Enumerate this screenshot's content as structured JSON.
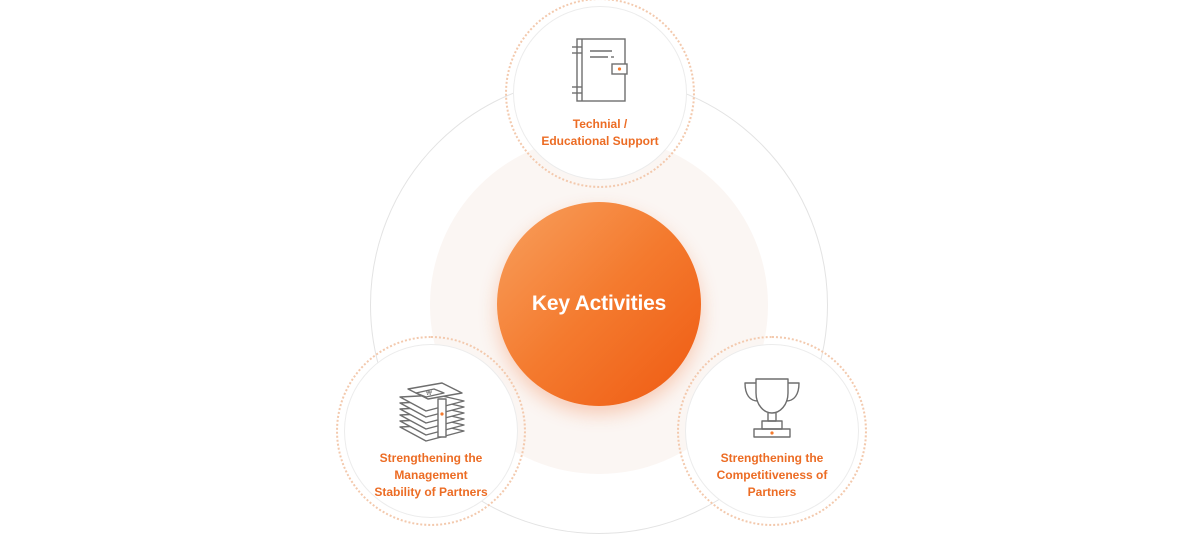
{
  "center": {
    "label": "Key Activities"
  },
  "nodes": [
    {
      "id": "top",
      "icon": "notebook-icon",
      "label_lines": [
        "Technial /",
        "Educational Support"
      ]
    },
    {
      "id": "left",
      "icon": "money-stack-icon",
      "label_lines": [
        "Strengthening the",
        "Management",
        "Stability of Partners"
      ]
    },
    {
      "id": "right",
      "icon": "trophy-icon",
      "label_lines": [
        "Strengthening the",
        "Competitiveness of",
        "Partners"
      ]
    }
  ],
  "colors": {
    "accent": "#f47a2e",
    "label": "#ec6c24",
    "icon_stroke": "#6e6e6e",
    "ring": "#e3e3e3",
    "glow": "#fbf6f3"
  }
}
